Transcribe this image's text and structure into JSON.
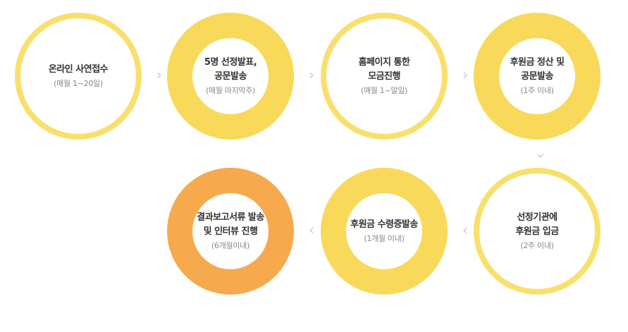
{
  "steps": [
    {
      "title": "온라인 사연접수",
      "sub": "(매월 1~20일)"
    },
    {
      "title": "5명 선정발표,\n공문발송",
      "sub": "(매월 마지막주)"
    },
    {
      "title": "홈페이지 통한\n모금진행",
      "sub": "(매월 1~말일)"
    },
    {
      "title": "후원금 정산 및\n공문발송",
      "sub": "(1주 이내)"
    },
    {
      "title": "선정기관에\n후원금 입금",
      "sub": "(2주 이내)"
    },
    {
      "title": "후원금 수령증발송",
      "sub": "(1개월 이내)"
    },
    {
      "title": "결과보고서류 발송\n및 인터뷰 진행",
      "sub": "(6개월이내)"
    }
  ],
  "arrow_glyph": "›"
}
